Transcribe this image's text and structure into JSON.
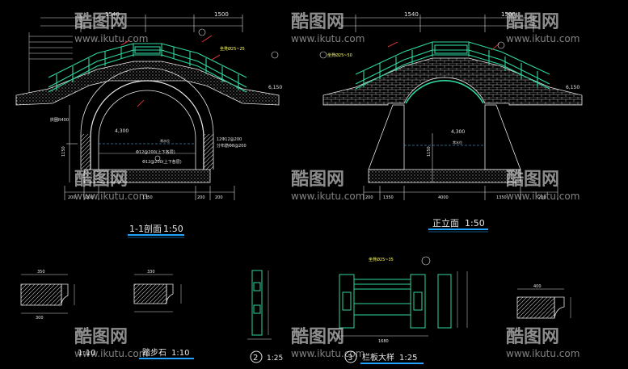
{
  "titles": {
    "section_1_1": "1-1剖面",
    "section_scale": "1:50",
    "front_view": "正立面",
    "front_scale": "1:50",
    "step_stone": "踏步石",
    "step_scale": "1:10",
    "detail_2_num": "2",
    "detail_2_scale": "1:25",
    "detail_3_num": "3",
    "panel_detail": "栏板大样",
    "panel_scale": "1:25",
    "bottom_left_partial": "1:10"
  },
  "dimensions": {
    "section_top": [
      "1540",
      "1500"
    ],
    "front_top": [
      "1540",
      "1500"
    ],
    "section_bottom": [
      "200",
      "200",
      "1350",
      "200",
      "200"
    ],
    "front_bottom": [
      "200",
      "1350",
      "4000",
      "1350",
      "200"
    ],
    "section_height_label": "1150",
    "front_height_label": "1150",
    "section_level": "4,300",
    "front_level": "4,300",
    "section_level_right": "6,150",
    "front_level_right": "6,150",
    "step_left_top": "350",
    "step_mid_top": "330",
    "step_left_bottom": "300",
    "panel_top": "400",
    "panel_bottom": "1680"
  },
  "annotations": {
    "arch_radius": "拱圈R400",
    "reinforce_1": "Φ12@200(上下各层)",
    "reinforce_2": "Φ12@200(上下各层)",
    "reinforce_3": "12Φ12@200",
    "rail_note_section": "坐凳Ø25~25",
    "rail_note_front": "坐凳Ø25~50",
    "distribution_note": "分布筋Φ8@200",
    "water_note": "常水位",
    "panel_note": "坐凳Ø25~35"
  },
  "watermark": {
    "brand": "酷图网",
    "url": "www.ikutu.com"
  },
  "colors": {
    "background": "#000000",
    "rail": "#2fd6a0",
    "structure": "#e8e8e8",
    "dimension": "#d9d9d9",
    "title_underline": "#1fa3ff",
    "callout": "#66e0ff",
    "accent_red": "#ff3b3b"
  }
}
